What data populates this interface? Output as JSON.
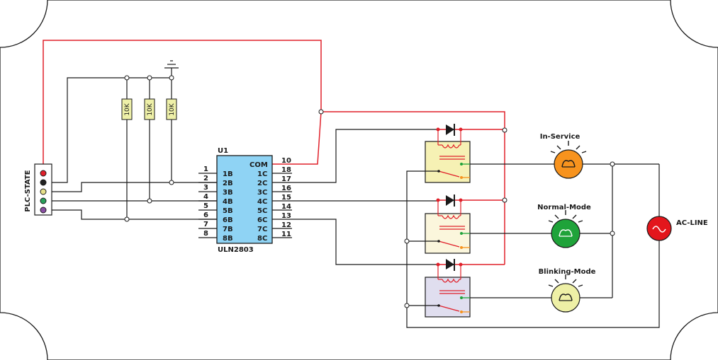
{
  "plc": {
    "title": "PLC-STATE"
  },
  "resistors": [
    {
      "value": "10K"
    },
    {
      "value": "10K"
    },
    {
      "value": "10K"
    }
  ],
  "ic": {
    "ref": "U1",
    "part": "ULN2803",
    "com_label": "COM",
    "com_pin": "10",
    "inputs": [
      {
        "num": "1",
        "name": "1B"
      },
      {
        "num": "2",
        "name": "2B"
      },
      {
        "num": "3",
        "name": "3B"
      },
      {
        "num": "4",
        "name": "4B"
      },
      {
        "num": "5",
        "name": "5B"
      },
      {
        "num": "6",
        "name": "6B"
      },
      {
        "num": "7",
        "name": "7B"
      },
      {
        "num": "8",
        "name": "8B"
      }
    ],
    "outputs": [
      {
        "name": "1C",
        "num": "18"
      },
      {
        "name": "2C",
        "num": "17"
      },
      {
        "name": "3C",
        "num": "16"
      },
      {
        "name": "4C",
        "num": "15"
      },
      {
        "name": "5C",
        "num": "14"
      },
      {
        "name": "6C",
        "num": "13"
      },
      {
        "name": "7C",
        "num": "12"
      },
      {
        "name": "8C",
        "num": "11"
      }
    ]
  },
  "lamps": [
    {
      "label": "In-Service",
      "color": "#f7931e"
    },
    {
      "label": "Normal-Mode",
      "color": "#1fa33a"
    },
    {
      "label": "Blinking-Mode",
      "color": "#eef0a6"
    }
  ],
  "source": {
    "label": "AC-LINE",
    "color": "#e3161c"
  },
  "colors": {
    "ic_fill": "#8fd3f4",
    "resistor_fill": "#eef0a8",
    "relay_fills": [
      "#f6f1b4",
      "#fbf6dc",
      "#e0deef"
    ],
    "wire_red": "#e0202a",
    "led_colors": [
      "#e0202a",
      "#222222",
      "#e6e08a",
      "#2aa05a",
      "#8a4fa3"
    ]
  }
}
